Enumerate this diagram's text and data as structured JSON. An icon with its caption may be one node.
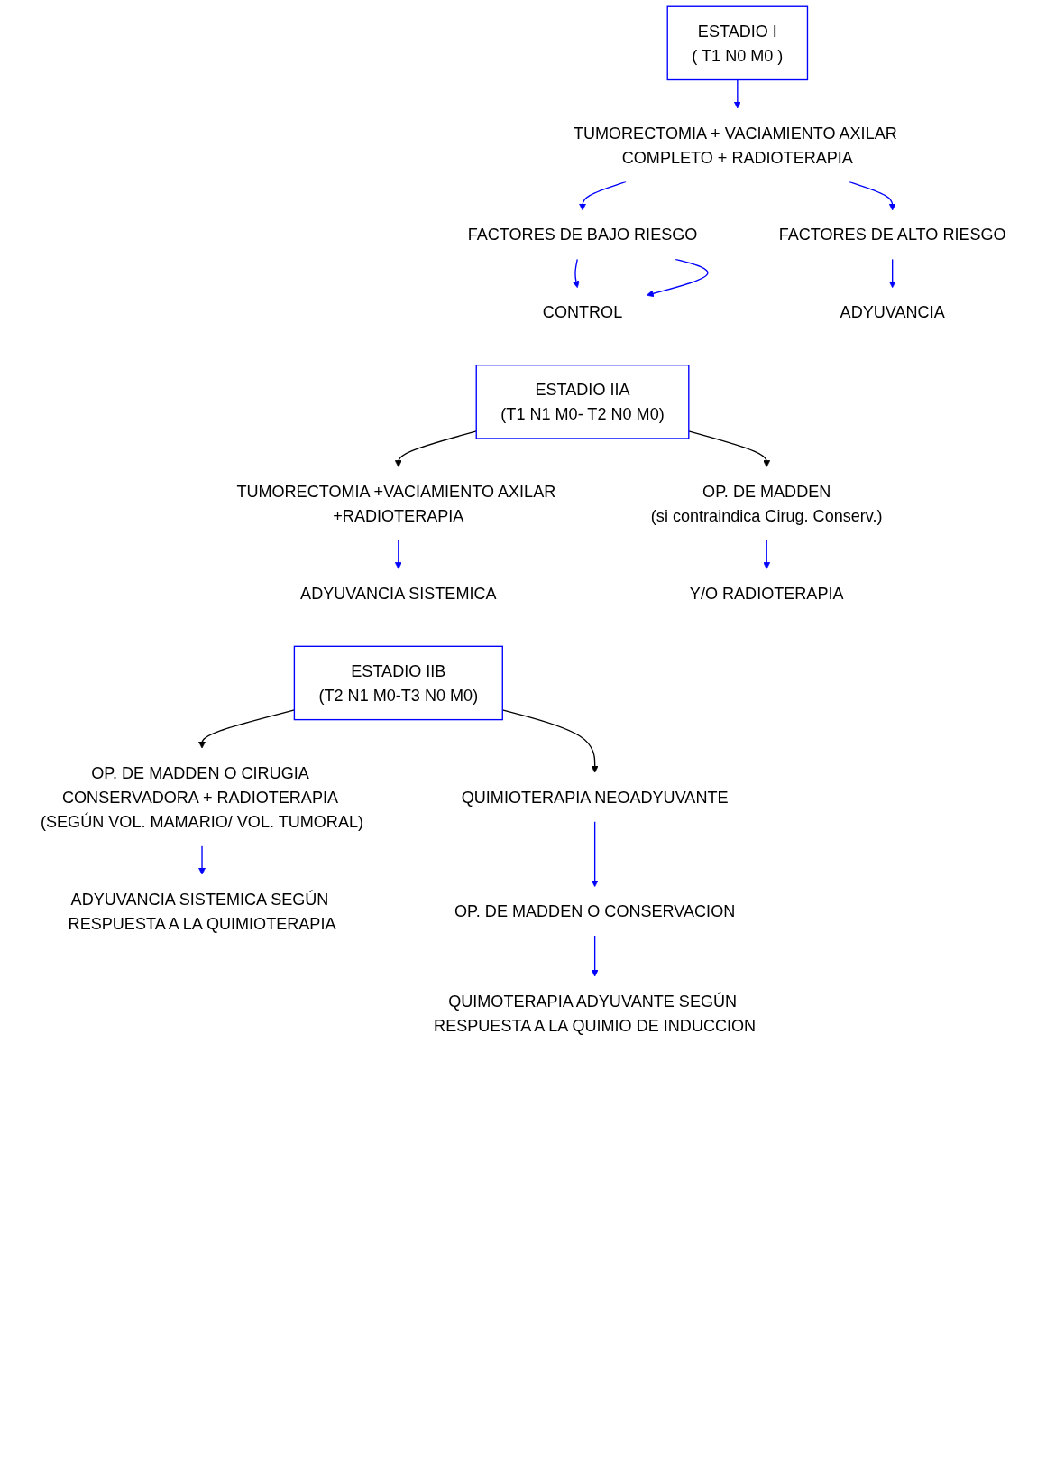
{
  "diagram": {
    "nodes": [
      {
        "text": [
          "ESTADIO I",
          "( T1 N0 M0 )"
        ]
      },
      {
        "text": [
          "TUMORECTOMIA + VACIAMIENTO AXILAR COMPLETO + RADIOTERAPIA"
        ]
      },
      {
        "text": [
          "FACTORES DE BAJO RIESGO"
        ]
      },
      {
        "text": [
          "FACTORES DE ALTO RIESGO"
        ]
      },
      {
        "text": [
          "CONTROL"
        ]
      },
      {
        "text": [
          "ADYUVANCIA"
        ]
      },
      {
        "text": [
          "ESTADIO IIA",
          "(T1 N1 M0- T2 N0 M0)"
        ]
      },
      {
        "text": [
          "TUMORECTOMIA +VACIAMIENTO AXILAR +RADIOTERAPIA"
        ]
      },
      {
        "text": [
          "OP. DE MADDEN",
          "(si contraindica Cirug. Conserv.)"
        ]
      },
      {
        "text": [
          "ADYUVANCIA SISTEMICA"
        ]
      },
      {
        "text": [
          "Y/O RADIOTERAPIA"
        ]
      },
      {
        "text": [
          "ESTADIO IIB",
          "(T2 N1 M0-T3 N0 M0)"
        ]
      },
      {
        "text": [
          "OP. DE MADDEN O CIRUGIA CONSERVADORA + RADIOTERAPIA (SEGÚN VOL. MAMARIO/ VOL. TUMORAL)"
        ]
      },
      {
        "text": [
          "QUIMIOTERAPIA NEOADYUVANTE"
        ]
      },
      {
        "text": [
          "ADYUVANCIA SISTEMICA SEGÚN RESPUESTA A LA QUIMIOTERAPIA"
        ]
      },
      {
        "text": [
          "OP. DE MADDEN O CONSERVACION"
        ]
      },
      {
        "text": [
          "QUIMOTERAPIA ADYUVANTE SEGÚN RESPUESTA A LA QUIMIO DE INDUCCION"
        ]
      }
    ],
    "edges": [
      {
        "from": 0,
        "to": 1,
        "arrow": "to"
      },
      {
        "from": 1,
        "to": 2,
        "arrow": "to"
      },
      {
        "from": 1,
        "to": 3,
        "arrow": "to"
      },
      {
        "from": 2,
        "to": 4,
        "arrow": "to"
      },
      {
        "from": 2,
        "to": 4,
        "arrow": "to"
      },
      {
        "from": 3,
        "to": 5,
        "arrow": "to"
      },
      {
        "from": 6,
        "to": 7,
        "arrow": "to",
        "color": "#000000"
      },
      {
        "from": 6,
        "to": 8,
        "arrow": "to",
        "color": "#000000"
      },
      {
        "from": 7,
        "to": 9,
        "arrow": "to"
      },
      {
        "from": 8,
        "to": 10,
        "arrow": "to"
      },
      {
        "from": 11,
        "to": 12,
        "arrow": "to",
        "color": "#000000"
      },
      {
        "from": 11,
        "to": 13,
        "arrow": "to",
        "color": "#000000"
      },
      {
        "from": 12,
        "to": 14,
        "arrow": "to"
      },
      {
        "from": 13,
        "to": 15,
        "arrow": "to"
      },
      {
        "from": 15,
        "to": 16,
        "arrow": "to"
      }
    ]
  }
}
